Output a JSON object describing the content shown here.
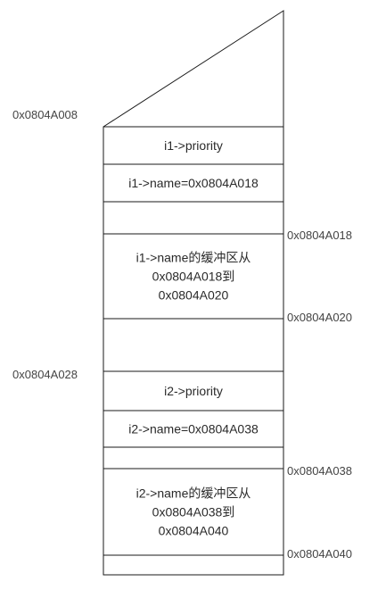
{
  "cells": [
    {
      "lines": [
        "i1->priority"
      ]
    },
    {
      "lines": [
        "i1->name=0x0804A018"
      ]
    },
    {
      "lines": []
    },
    {
      "lines": [
        "i1->name的缓冲区从",
        "0x0804A018到",
        "0x0804A020"
      ]
    },
    {
      "lines": []
    },
    {
      "lines": [
        "i2->priority"
      ]
    },
    {
      "lines": [
        "i2->name=0x0804A038"
      ]
    },
    {
      "lines": []
    },
    {
      "lines": [
        "i2->name的缓冲区从",
        "0x0804A038到",
        "0x0804A040"
      ]
    },
    {
      "lines": []
    }
  ],
  "left_addresses": [
    {
      "text": "0x0804A008"
    },
    {
      "text": "0x0804A028"
    }
  ],
  "right_addresses": [
    {
      "text": "0x0804A018"
    },
    {
      "text": "0x0804A020"
    },
    {
      "text": "0x0804A038"
    },
    {
      "text": "0x0804A040"
    }
  ]
}
